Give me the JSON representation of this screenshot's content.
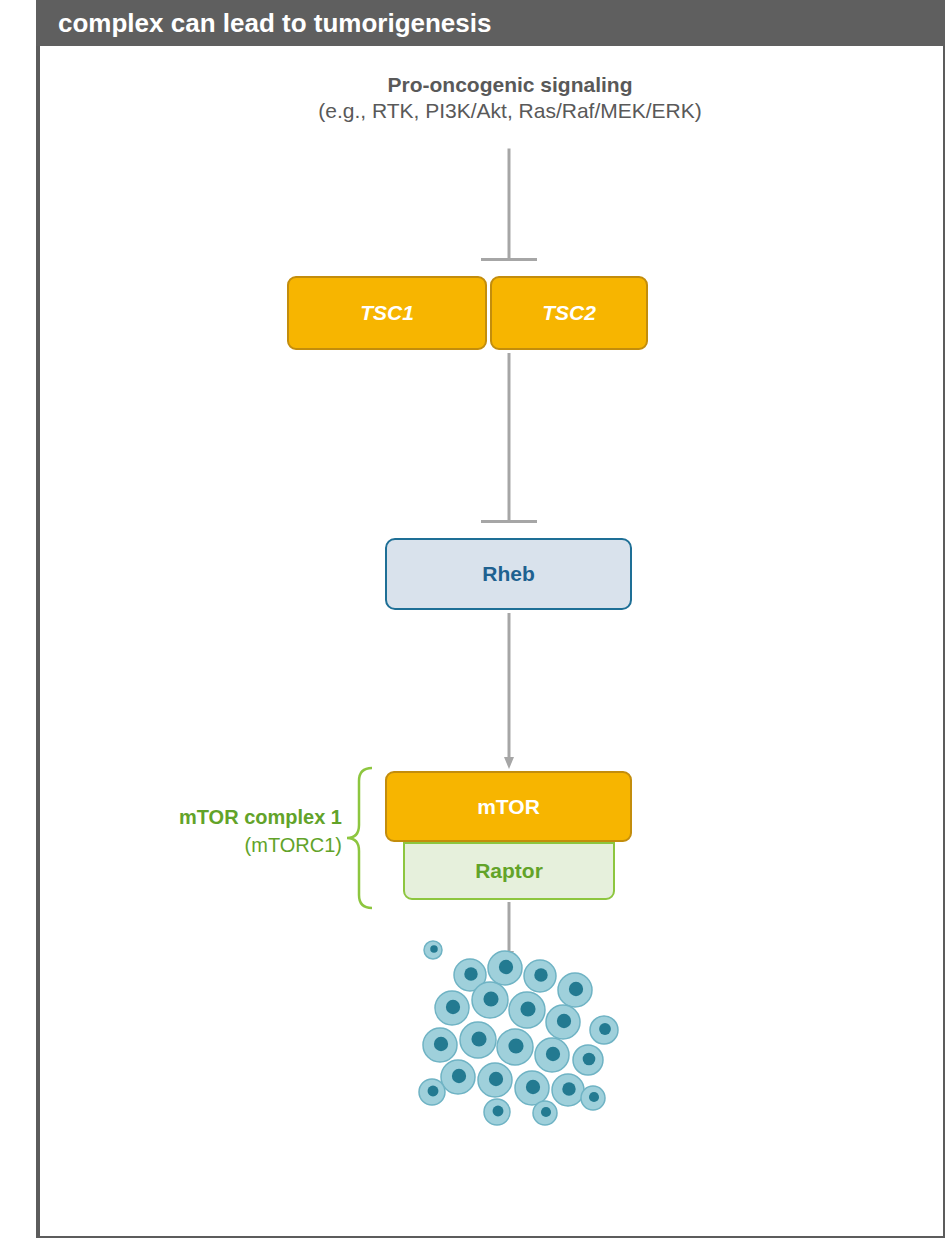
{
  "diagram": {
    "title": "complex can lead to tumorigenesis",
    "nodes": [
      {
        "text": [
          "Pro-oncogenic signaling",
          "(e.g., RTK, PI3K/Akt, Ras/Raf/MEK/ERK)"
        ]
      },
      {
        "text": [
          "TSC1"
        ]
      },
      {
        "text": [
          "TSC2"
        ]
      },
      {
        "text": [
          "Rheb"
        ]
      },
      {
        "text": [
          "mTOR"
        ]
      },
      {
        "text": [
          "Raptor"
        ]
      }
    ],
    "edges": [
      {
        "from": 0,
        "to": 2,
        "arrow": "to"
      },
      {
        "from": 2,
        "to": 3,
        "arrow": "to"
      },
      {
        "from": 3,
        "to": 4,
        "arrow": "to"
      }
    ],
    "labels": [
      "mTOR complex 1",
      "(mTORC1)"
    ]
  }
}
